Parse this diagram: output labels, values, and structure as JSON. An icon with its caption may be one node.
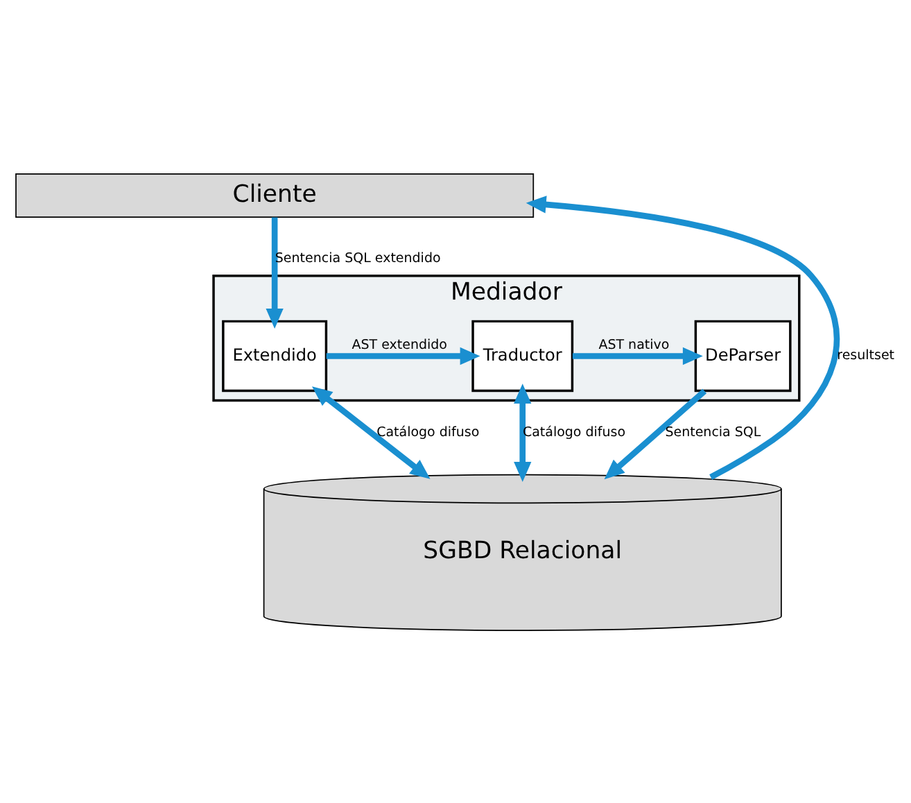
{
  "diagram": {
    "nodes": [
      {
        "text": [
          "Cliente"
        ]
      },
      {
        "text": [
          "Mediador"
        ]
      },
      {
        "text": [
          "Extendido"
        ],
        "in": 1
      },
      {
        "text": [
          "Traductor"
        ],
        "in": 1
      },
      {
        "text": [
          "DeParser"
        ],
        "in": 1
      },
      {
        "text": [
          "SGBD Relacional"
        ]
      }
    ],
    "edges": [
      {
        "from": 0,
        "to": 2,
        "arrow": "to",
        "label": "Sentencia SQL extendido"
      },
      {
        "from": 2,
        "to": 3,
        "arrow": "to",
        "label": "AST extendido"
      },
      {
        "from": 3,
        "to": 4,
        "arrow": "to",
        "label": "AST nativo"
      },
      {
        "from": 2,
        "to": 5,
        "arrow": "both",
        "label": "Catálogo difuso"
      },
      {
        "from": 3,
        "to": 5,
        "arrow": "both",
        "label": "Catálogo difuso"
      },
      {
        "from": 4,
        "to": 5,
        "arrow": "to",
        "label": "Sentencia SQL"
      },
      {
        "from": 5,
        "to": 0,
        "arrow": "to",
        "label": "resultset"
      }
    ]
  }
}
